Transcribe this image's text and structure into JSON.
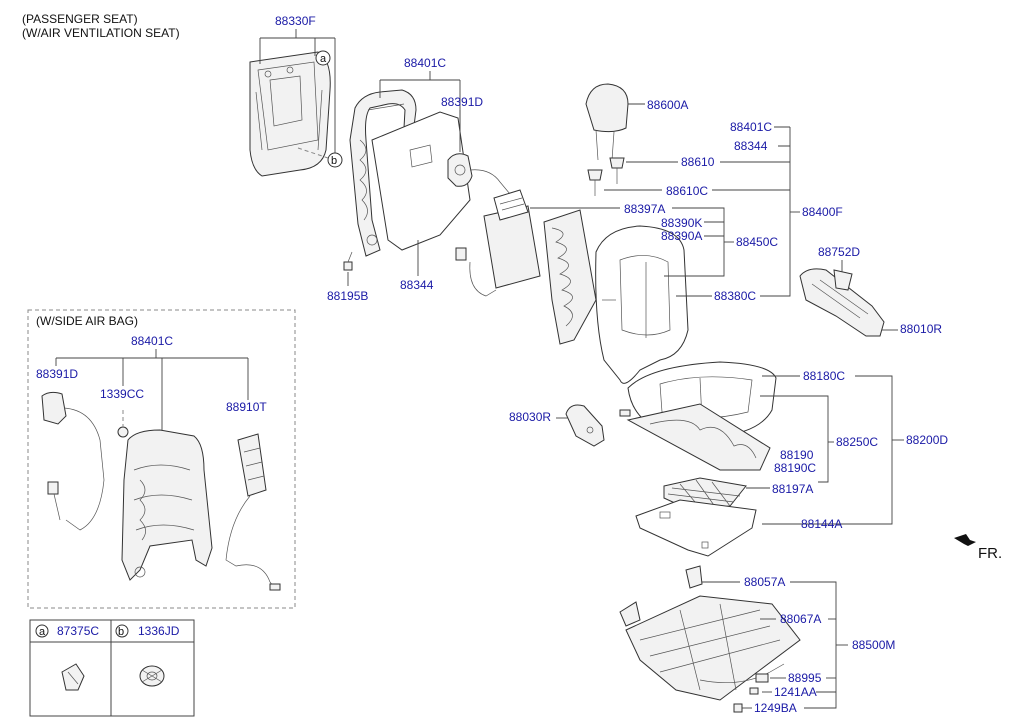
{
  "header": {
    "line1": "(PASSENGER SEAT)",
    "line2": "(W/AIR VENTILATION SEAT)"
  },
  "airbag_section": {
    "title": "(W/SIDE AIR BAG)",
    "labels": {
      "frame": "88401C",
      "actuator": "88391D",
      "nut": "1339CC",
      "airbag": "88910T"
    }
  },
  "legend": {
    "a_letter": "a",
    "a_part": "87375C",
    "b_letter": "b",
    "b_part": "1336JD"
  },
  "callouts": {
    "a": "a",
    "b": "b"
  },
  "direction": "FR.",
  "labels": {
    "p88330F": "88330F",
    "p88401C": "88401C",
    "p88391D": "88391D",
    "p88344a": "88344",
    "p88195B": "88195B",
    "p88600A": "88600A",
    "p88401C_r": "88401C",
    "p88344_r": "88344",
    "p88610": "88610",
    "p88610C": "88610C",
    "p88400F": "88400F",
    "p88397A": "88397A",
    "p88390K": "88390K",
    "p88390A": "88390A",
    "p88450C": "88450C",
    "p88380C": "88380C",
    "p88752D": "88752D",
    "p88010R": "88010R",
    "p88180C": "88180C",
    "p88030R": "88030R",
    "p88250C": "88250C",
    "p88200D": "88200D",
    "p88190": "88190",
    "p88190C": "88190C",
    "p88197A": "88197A",
    "p88144A": "88144A",
    "p88057A": "88057A",
    "p88067A": "88067A",
    "p88500M": "88500M",
    "p88995": "88995",
    "p1241AA": "1241AA",
    "p1249BA": "1249BA"
  }
}
